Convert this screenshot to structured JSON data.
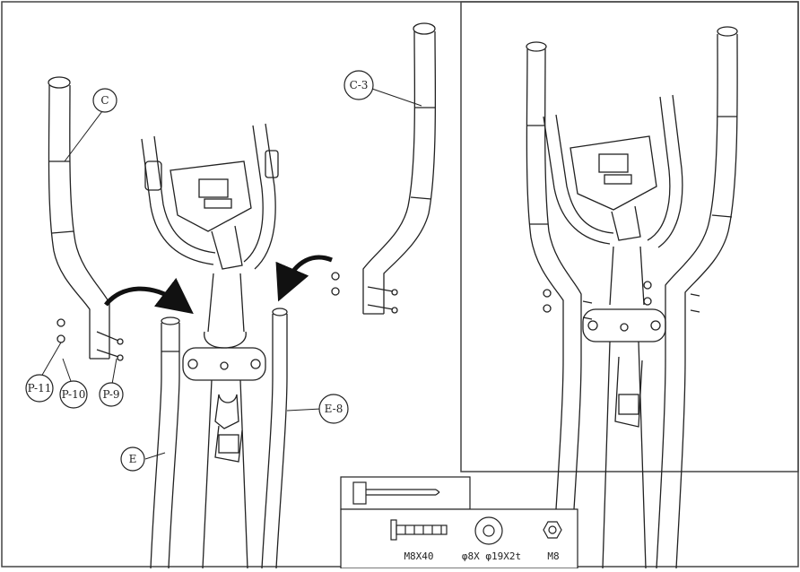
{
  "callouts": {
    "c": "C",
    "c3": "C-3",
    "p11": "P-11",
    "p10": "P-10",
    "p9": "P-9",
    "e": "E",
    "e8": "E-8"
  },
  "hardware": {
    "bolt": "M8X40",
    "washer": "φ8X φ19X2t",
    "nut": "M8"
  },
  "colors": {
    "line": "#222222",
    "frame": "#444444",
    "background": "#ffffff"
  }
}
